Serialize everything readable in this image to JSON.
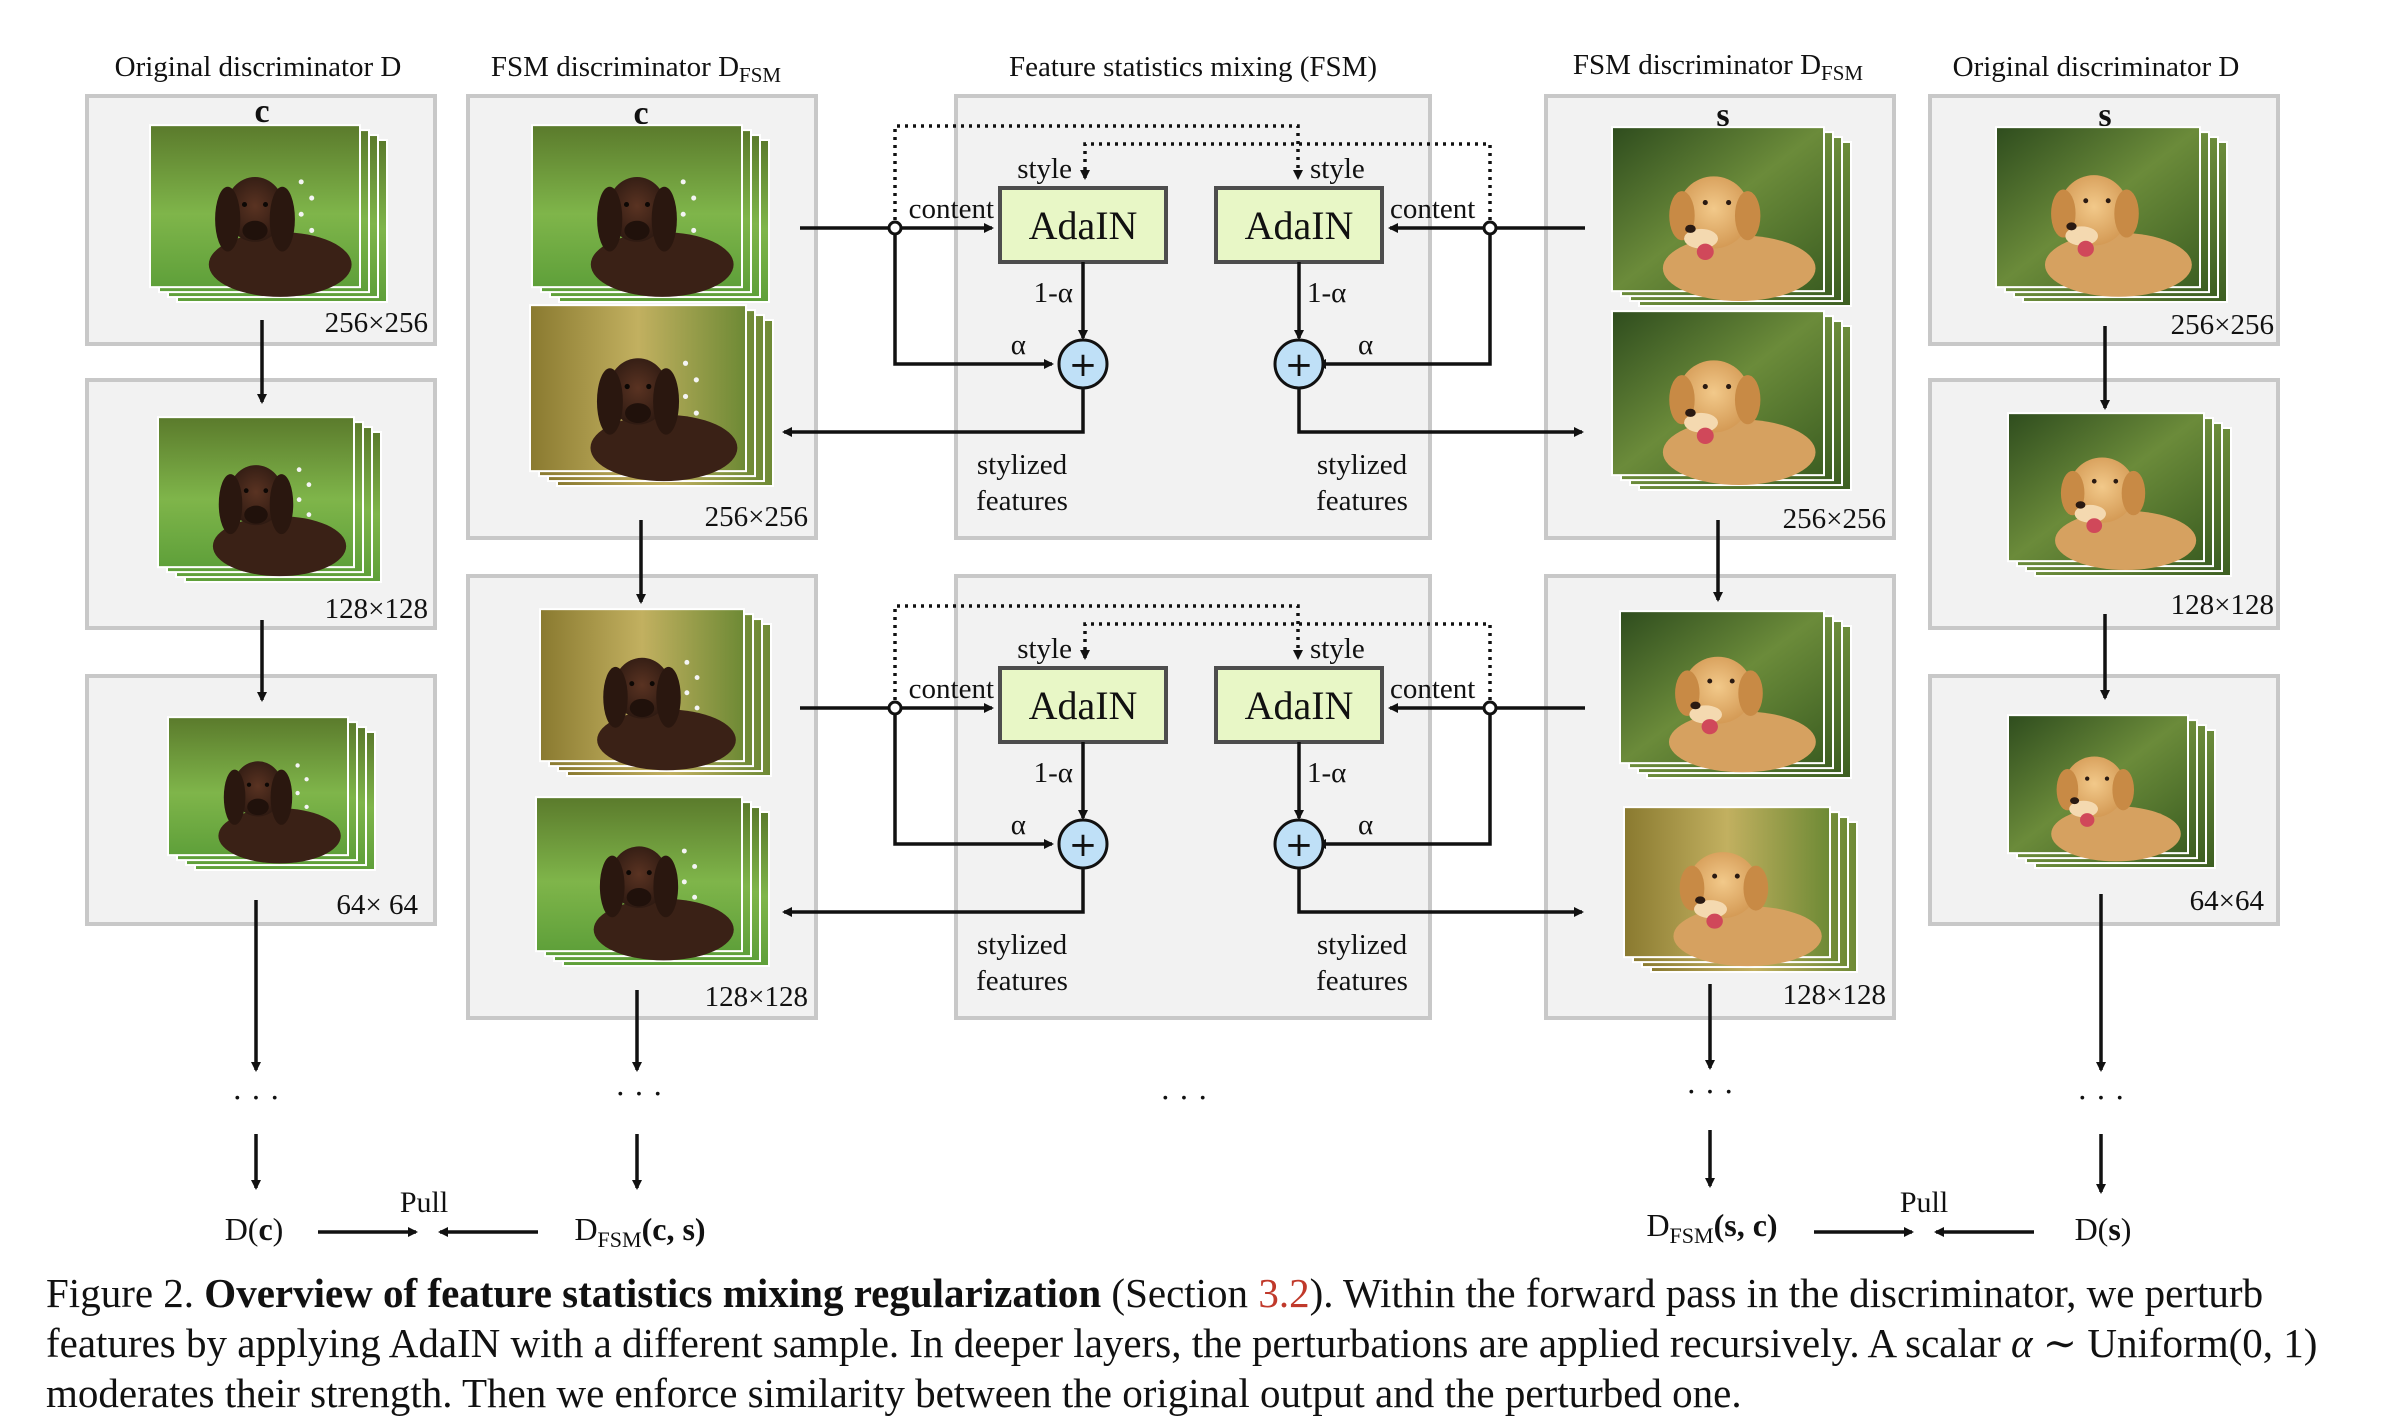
{
  "titles": {
    "orig_left": "Original discriminator D",
    "fsm_left": "FSM discriminator D",
    "fsm_sub": "FSM",
    "mixing": "Feature statistics mixing (FSM)",
    "fsm_right": "FSM discriminator D",
    "orig_right": "Original discriminator D"
  },
  "symbols": {
    "c": "c",
    "s": "s"
  },
  "sizes": {
    "s256": "256×256",
    "s128": "128×128",
    "s64_left": "64× 64",
    "s64_right": "64×64"
  },
  "labels": {
    "style": "style",
    "content": "content",
    "adain": "AdaIN",
    "one_minus_alpha": "1-α",
    "alpha": "α",
    "plus": "+",
    "stylized": "stylized",
    "features": "features",
    "dots": "· · ·",
    "pull": "Pull"
  },
  "outputs": {
    "d_c_pre": "D(",
    "d_c_var": "c",
    "d_c_post": ")",
    "dfsm_cs_pre": "D",
    "dfsm_cs_sub": "FSM",
    "dfsm_cs_args": "(c, s)",
    "dfsm_sc_pre": "D",
    "dfsm_sc_sub": "FSM",
    "dfsm_sc_args": "(s, c)",
    "d_s_pre": "D(",
    "d_s_var": "s",
    "d_s_post": ")"
  },
  "caption": {
    "fig": "Figure 2. ",
    "bold": "Overview of feature statistics mixing regularization",
    "pre_ref": " (Section ",
    "ref": "3.2",
    "rest1": "). Within the forward pass in the discriminator, we perturb features by applying AdaIN with a different sample. In deeper layers, the perturbations are applied recursively. A scalar ",
    "alpha": "α",
    "sim": " ∼ ",
    "uniform": "Uniform(0, 1)",
    "rest2": " moderates their strength. Then we enforce similarity between the original output and the perturbed one."
  },
  "colors": {
    "panel": "#f2f2f2",
    "panel_border": "#c8c8c8",
    "adain_fill": "#e8f7c6",
    "adain_border": "#4d4d4d",
    "plus_fill": "#bfe0f7",
    "ref": "#c0392b"
  },
  "icons": [
    "dog-image-stack",
    "labrador-image-stack",
    "plus-circle-icon",
    "arrow-icon"
  ]
}
